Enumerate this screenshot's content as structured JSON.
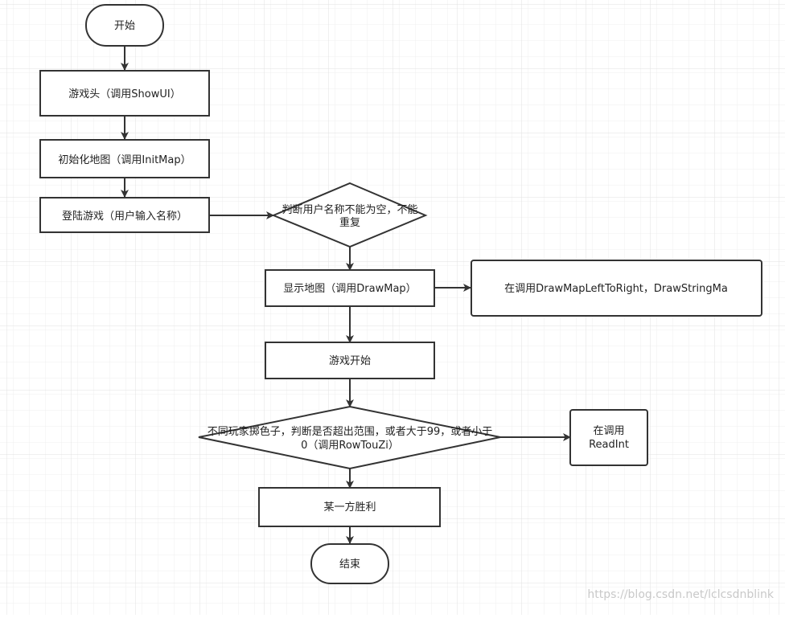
{
  "nodes": {
    "start": "开始",
    "header": "游戏头（调用ShowUI）",
    "init_map": "初始化地图（调用InitMap）",
    "login": "登陆游戏（用户输入名称）",
    "check_name": [
      "判断用户名称不能为空，不能",
      "重复"
    ],
    "draw_map": "显示地图（调用DrawMap）",
    "draw_map_detail": "在调用DrawMapLeftToRight，DrawStringMa",
    "game_start": "游戏开始",
    "roll_dice": [
      "不同玩家掷色子，判断是否超出范围，或者大于99，或者小于",
      "0（调用RowTouZi）"
    ],
    "read_int": [
      "在调用",
      "ReadInt"
    ],
    "winner": "某一方胜利",
    "end": "结束"
  },
  "watermark": "https://blog.csdn.net/lclcsdnblink",
  "colors": {
    "stroke": "#333333",
    "text": "#222222",
    "grid_minor": "#efefef",
    "grid_major": "#e2e2e2",
    "watermark": "#c9c9c9"
  }
}
